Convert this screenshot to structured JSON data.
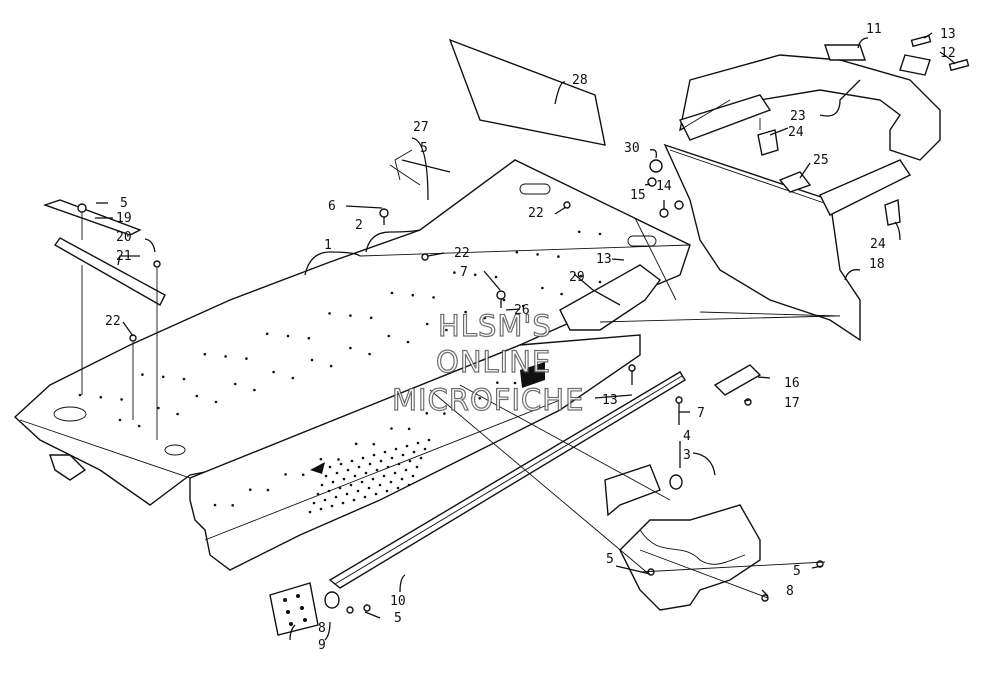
{
  "diagram": {
    "callouts": [
      "1",
      "2",
      "3",
      "4",
      "5",
      "6",
      "7",
      "8",
      "9",
      "10",
      "11",
      "12",
      "13",
      "14",
      "15",
      "16",
      "17",
      "18",
      "19",
      "20",
      "21",
      "22",
      "23",
      "24",
      "25",
      "26",
      "27",
      "28",
      "29",
      "30"
    ]
  },
  "watermark": {
    "lines": [
      "HLSM'S",
      "ONLINE",
      "MICROFICHE"
    ]
  }
}
